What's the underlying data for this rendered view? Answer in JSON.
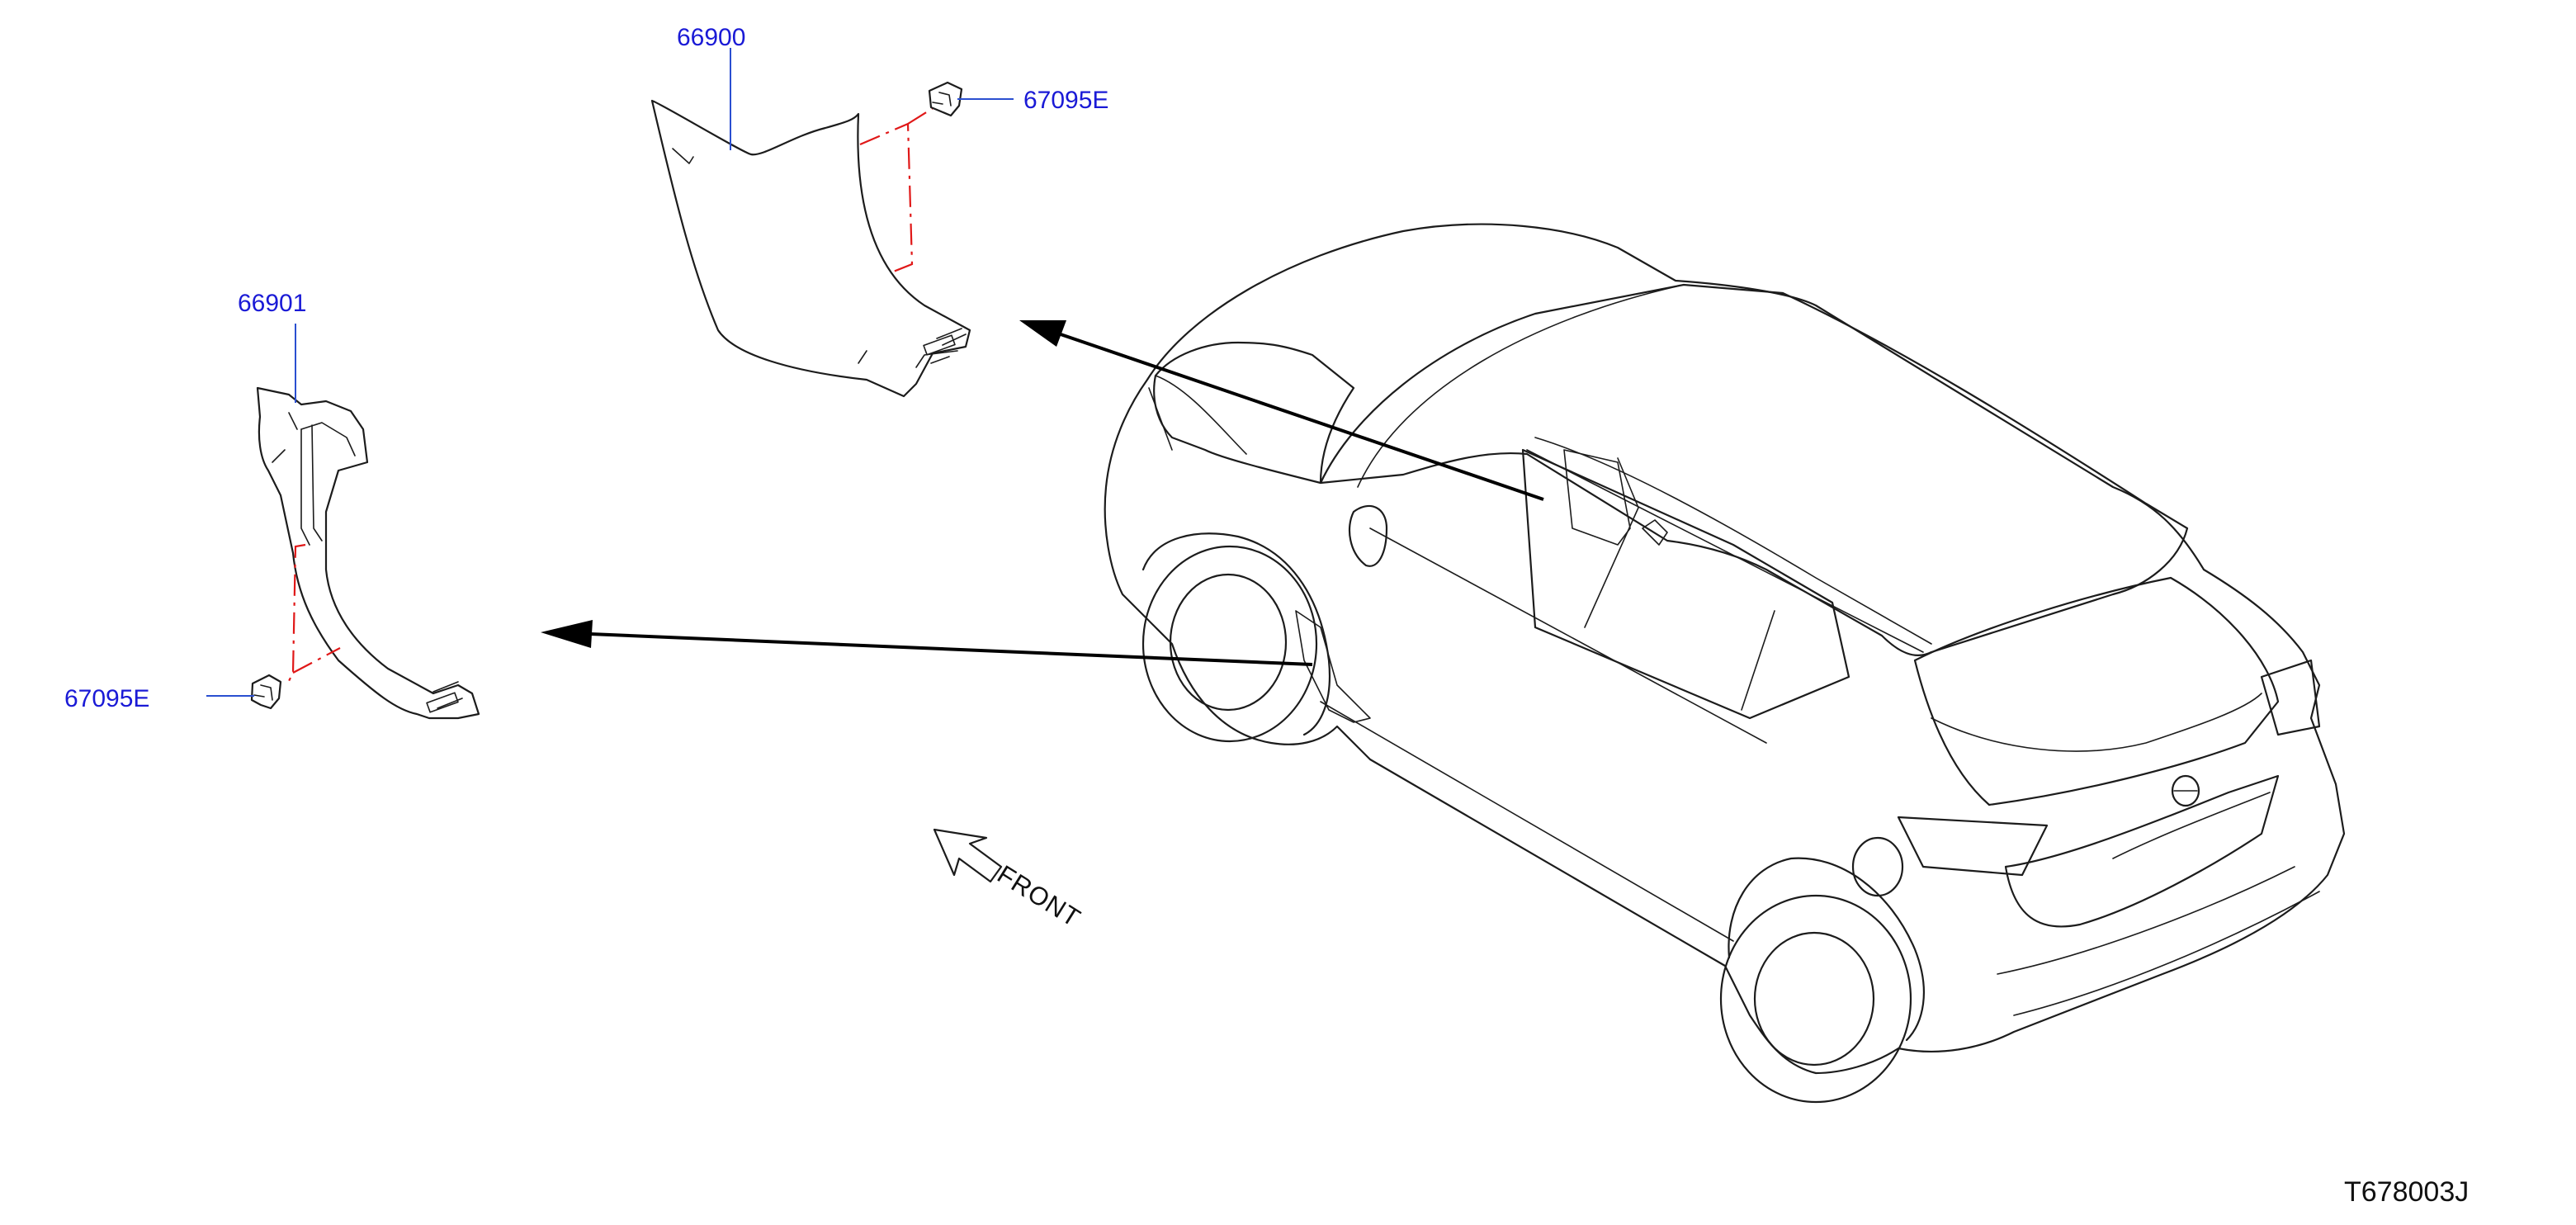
{
  "diagram": {
    "figure_code": "T678003J",
    "front_label": "FRONT",
    "parts": {
      "trim_upper": {
        "number": "66900"
      },
      "clip_upper": {
        "number": "67095E"
      },
      "trim_lower": {
        "number": "66901"
      },
      "clip_lower": {
        "number": "67095E"
      }
    },
    "colors": {
      "label_text": "#1a1ad6",
      "leader_line": "#2a4fd0",
      "fastener_line": "#e01818",
      "outline": "#1c1c1c"
    }
  }
}
